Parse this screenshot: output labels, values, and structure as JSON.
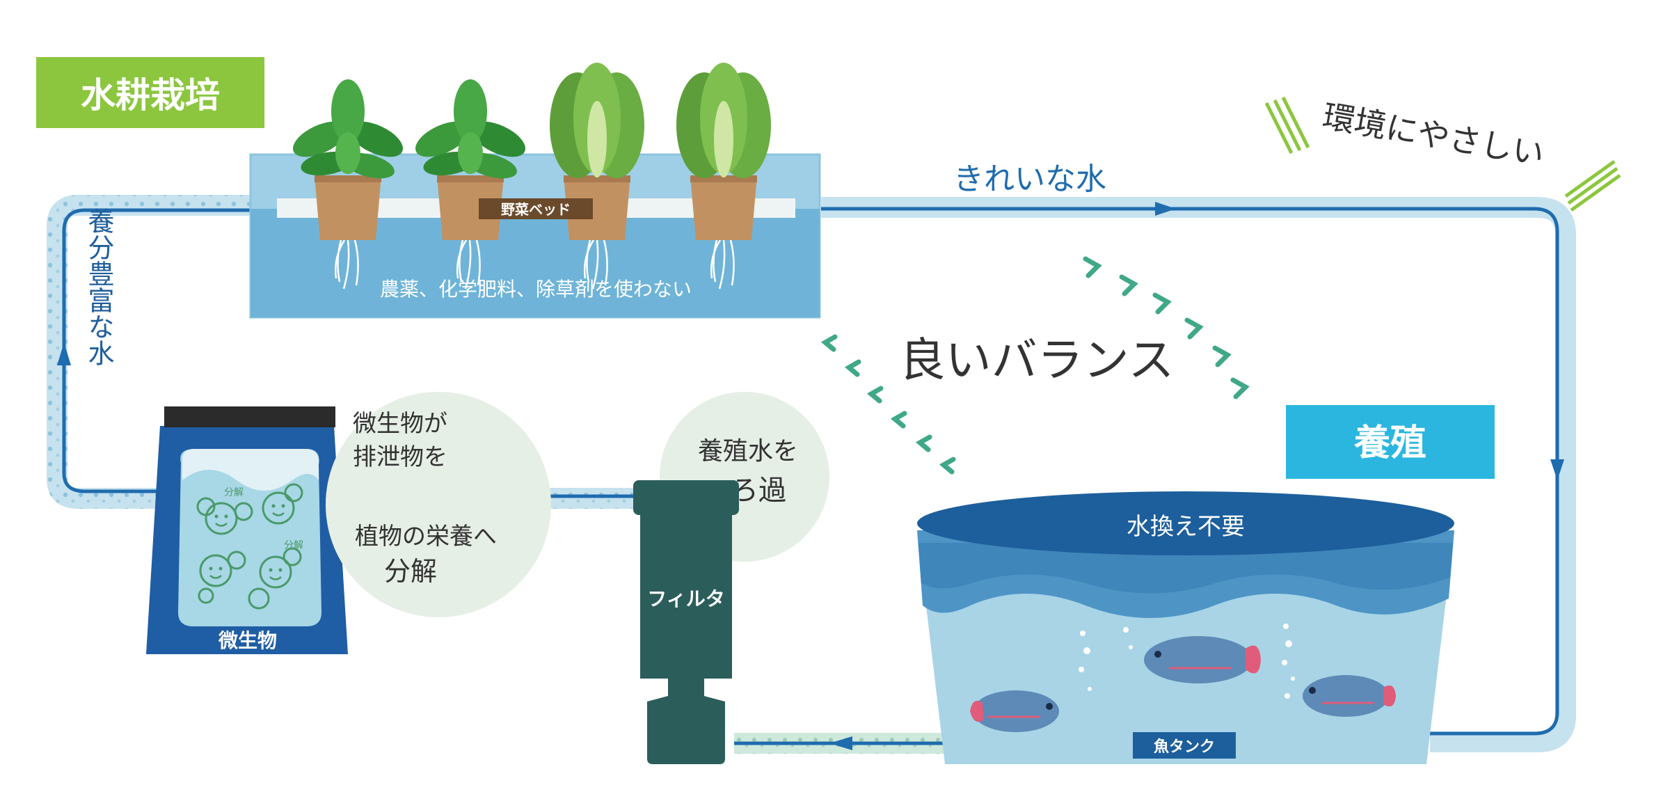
{
  "labels": {
    "hydroponics": "水耕栽培",
    "aquaculture": "養殖",
    "eco_friendly": "環境にやさしい",
    "clean_water": "きれいな水",
    "good_balance": "良いバランス",
    "veg_bed": "野菜ベッド",
    "no_chemicals": "農薬、化学肥料、除草剤を使わない",
    "nutrient_water": "養分豊富な水",
    "microbe_text": [
      "微生物が",
      "排泄物を",
      "植物の栄養へ",
      "分解"
    ],
    "filter_text": [
      "養殖水を",
      "ろ過"
    ],
    "microbes": "微生物",
    "decompose": "分解",
    "filter": "フィルタ",
    "no_water_change": "水換え不要",
    "fish_tank": "魚タンク"
  },
  "colors": {
    "green_label": "#8cc63f",
    "aqua_label": "#2bb6e0",
    "pipe_dark": "#1f6cae",
    "pipe_light": "#b9dcec",
    "bed_water": "#6fb4d8",
    "tank_rim": "#1d5f9c",
    "filter": "#2b5e5b",
    "chevron": "#3fa888"
  }
}
